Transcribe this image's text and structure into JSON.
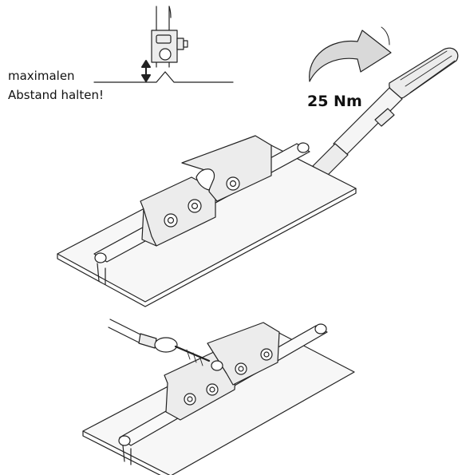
{
  "annotation": {
    "line1": "maximalen",
    "line2": "Abstand halten!"
  },
  "torque": {
    "label": "25 Nm"
  },
  "colors": {
    "line": "#222222",
    "arrow_fill": "#d9d9d9",
    "part_fill": "#ececec",
    "rail_fill": "#f7f7f7"
  }
}
